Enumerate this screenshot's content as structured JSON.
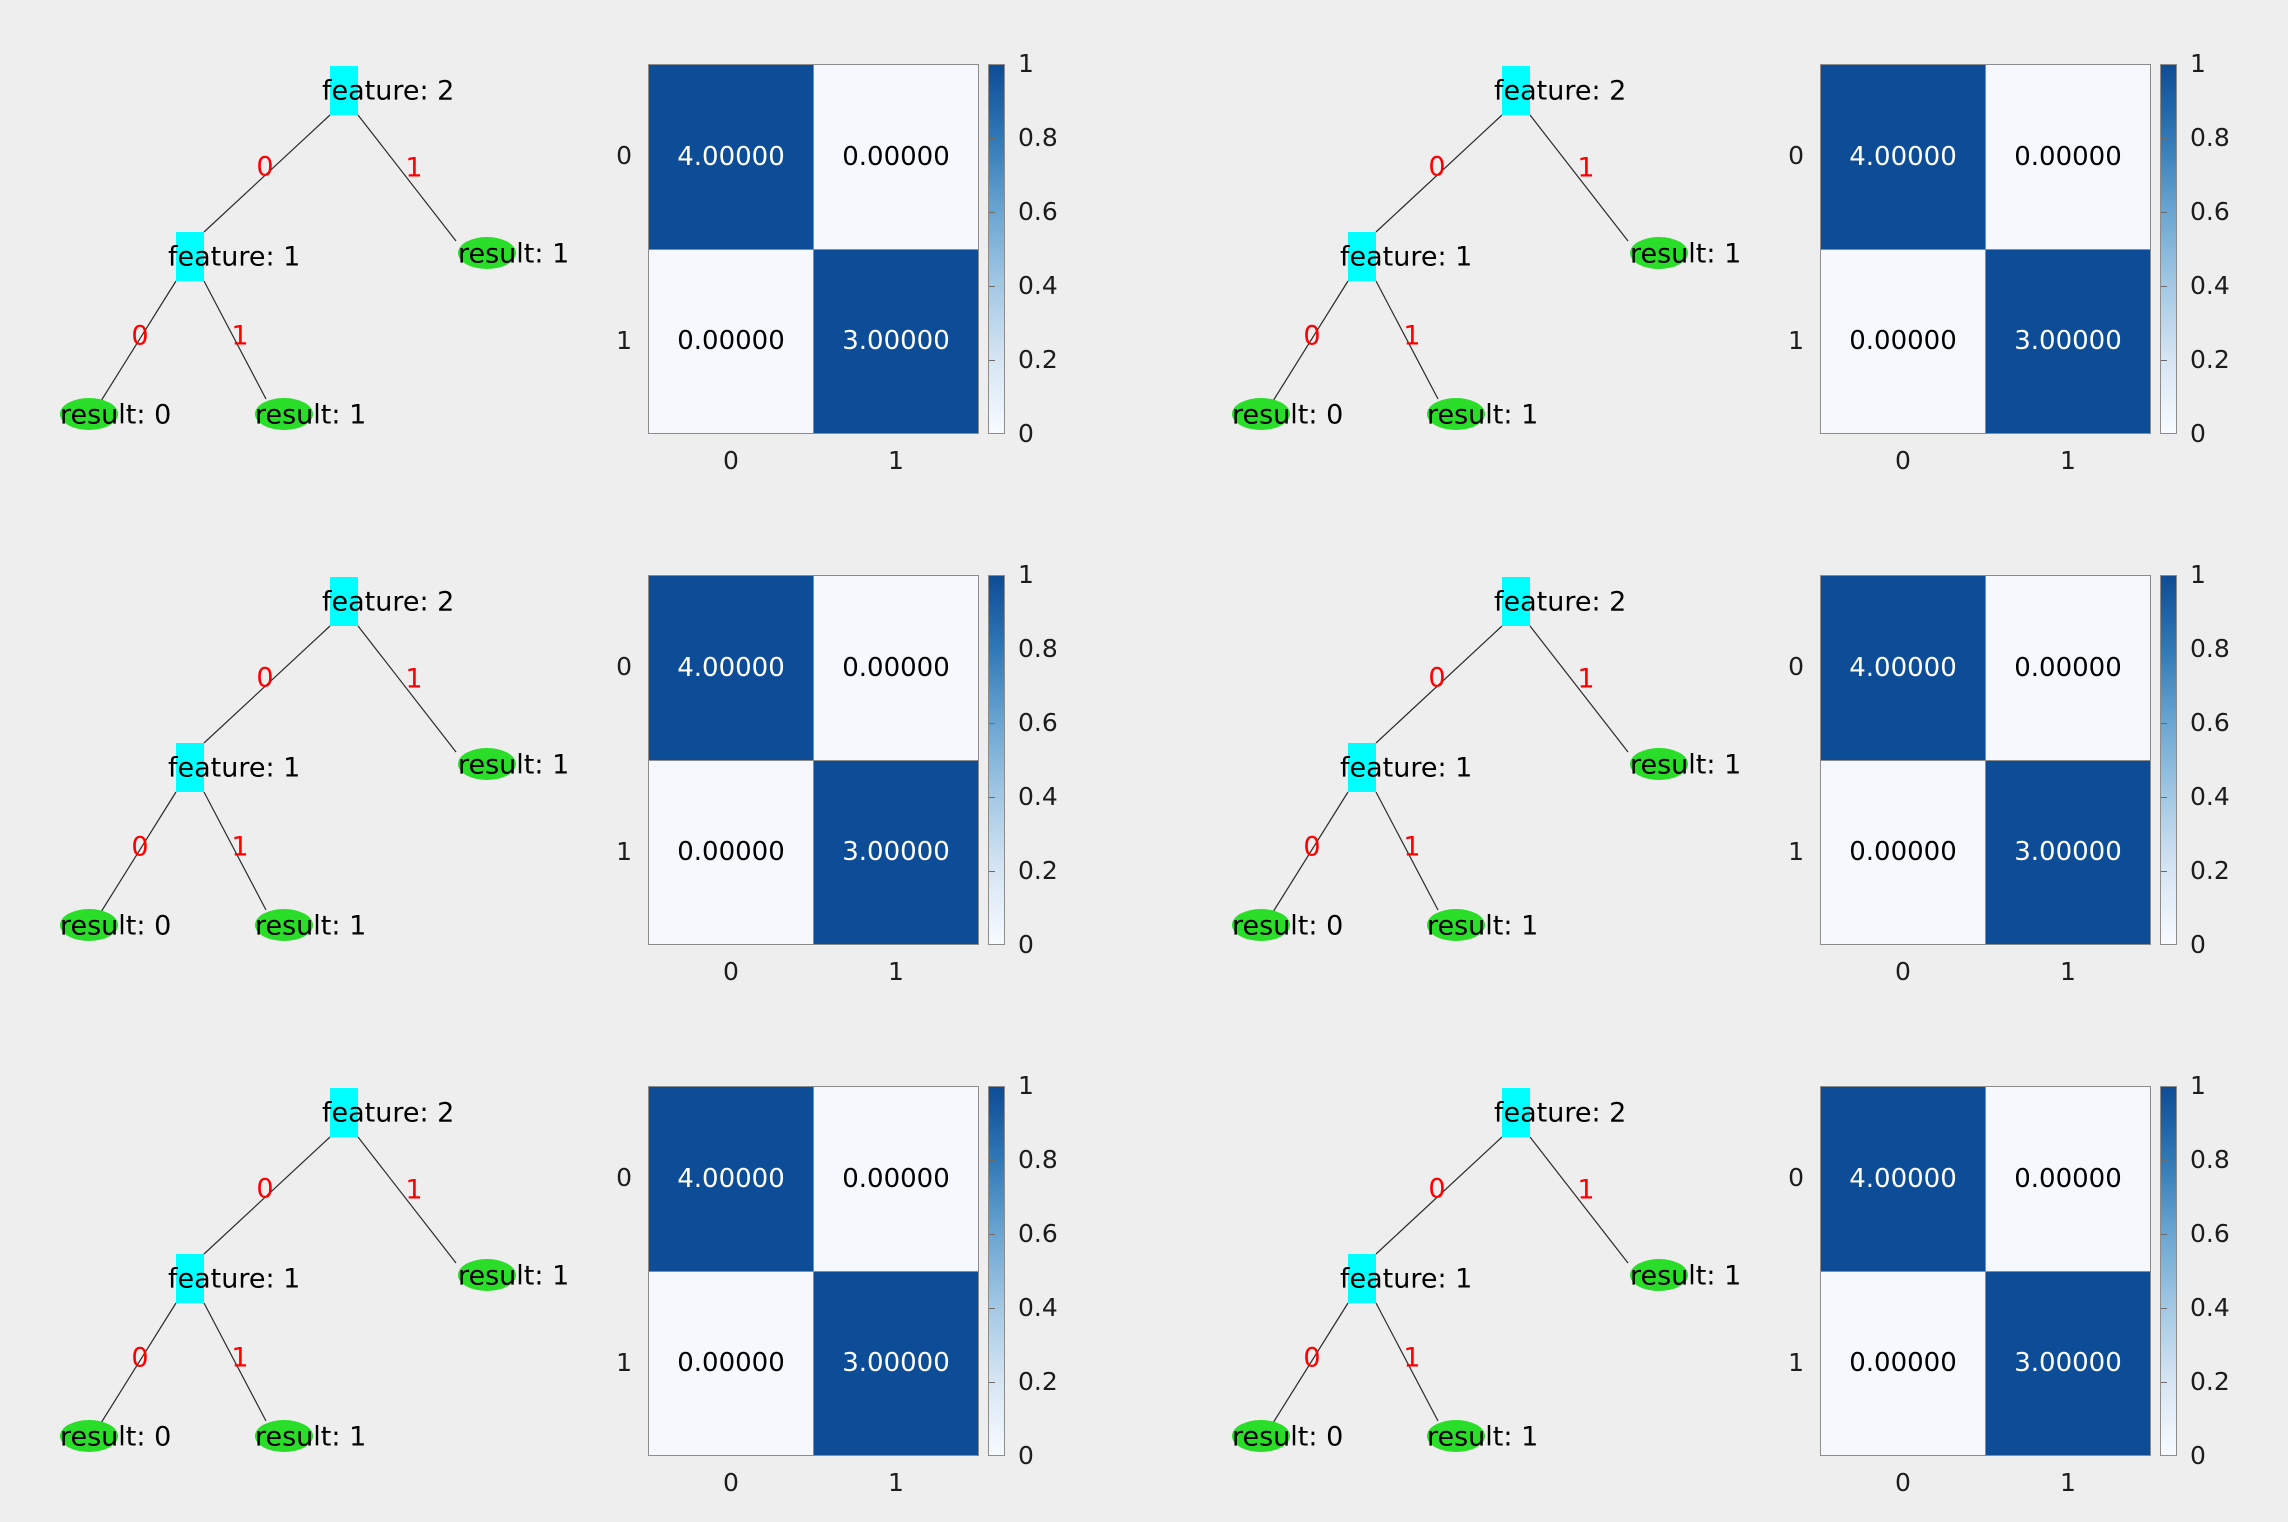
{
  "window": {
    "background": "#eeeeee"
  },
  "grid": {
    "rows": 3,
    "cols": 2,
    "count": 6
  },
  "colors": {
    "bg": "#eeeeee",
    "feature_node": "#00ffff",
    "result_node": "#29dd29",
    "edge_line": "#2b2b2b",
    "edge_label": "#ff0000",
    "node_text": "#000000",
    "cell_high": "#0d4c96",
    "cell_low": "#f5f9fe",
    "cell_text_high": "#ffffff",
    "cell_text_low": "#000000",
    "tick_text": "#1c1c1c",
    "hm_border": "#8c8c8c"
  },
  "panel": {
    "tree": {
      "root_label": "feature: 2",
      "internal_label": "feature: 1",
      "right_leaf_label": "result: 1",
      "left_leaf_label": "result: 0",
      "mid_leaf_label": "result: 1",
      "edge_labels": [
        "0",
        "1",
        "0",
        "1"
      ]
    },
    "heatmap": {
      "row_labels": [
        "0",
        "1"
      ],
      "col_labels": [
        "0",
        "1"
      ],
      "cells": [
        [
          "4.00000",
          "0.00000"
        ],
        [
          "0.00000",
          "3.00000"
        ]
      ],
      "cell_levels": [
        [
          1,
          0
        ],
        [
          0,
          1
        ]
      ],
      "colorbar_ticks": [
        "1",
        "0.8",
        "0.6",
        "0.4",
        "0.2",
        "0"
      ],
      "colorbar_gradient": [
        "#0d4c96",
        "#3079b7",
        "#6aa6d2",
        "#a3c8e4",
        "#d6e5f3",
        "#f7fbff"
      ]
    }
  },
  "chart_data": {
    "type": "heatmap",
    "repeated_panels": 6,
    "title": "",
    "x": [
      "0",
      "1"
    ],
    "y": [
      "0",
      "1"
    ],
    "values": [
      [
        4.0,
        0.0
      ],
      [
        0.0,
        3.0
      ]
    ],
    "value_labels": [
      [
        "4.00000",
        "0.00000"
      ],
      [
        "0.00000",
        "3.00000"
      ]
    ],
    "normalized_color_values": [
      [
        1,
        0
      ],
      [
        0,
        1
      ]
    ],
    "colorbar_range": [
      0,
      1
    ],
    "colorbar_ticks": [
      1,
      0.8,
      0.6,
      0.4,
      0.2,
      0
    ],
    "legend_position": "right-colorbar",
    "grid": false,
    "companion_tree": {
      "root": {
        "label": "feature: 2",
        "type": "feature"
      },
      "children": [
        {
          "edge": "0",
          "label": "feature: 1",
          "type": "feature",
          "children": [
            {
              "edge": "0",
              "label": "result: 0",
              "type": "result"
            },
            {
              "edge": "1",
              "label": "result: 1",
              "type": "result"
            }
          ]
        },
        {
          "edge": "1",
          "label": "result: 1",
          "type": "result"
        }
      ]
    }
  }
}
